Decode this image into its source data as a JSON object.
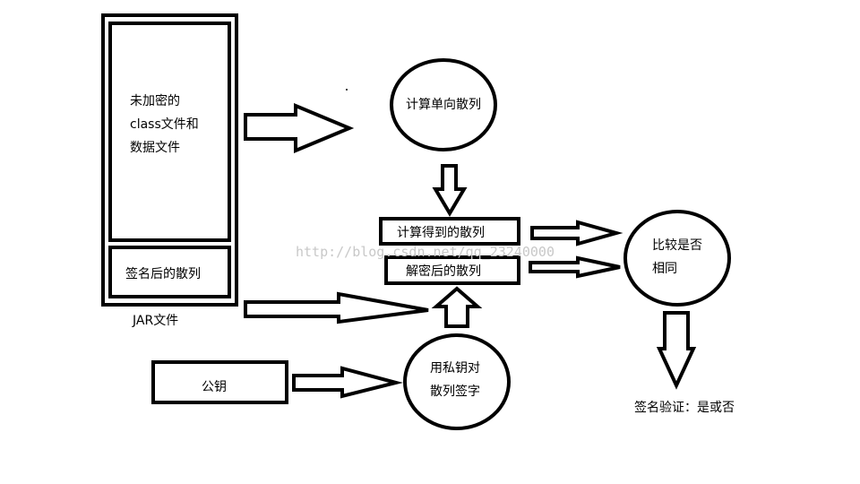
{
  "jar_box": {
    "content_lines": [
      "未加密的",
      "class文件和",
      "数据文件"
    ],
    "signature_label": "签名后的散列",
    "caption": "JAR文件"
  },
  "nodes": {
    "compute_hash": "计算单向散列",
    "computed_hash": "计算得到的散列",
    "decrypted_hash": "解密后的散列",
    "compare_lines": [
      "比较是否",
      "相同"
    ],
    "public_key": "公钥",
    "private_sign_lines": [
      "用私钥对",
      "散列签字"
    ]
  },
  "result": "签名验证：是或否",
  "watermark": "http://blog.csdn.net/qq_23240000"
}
